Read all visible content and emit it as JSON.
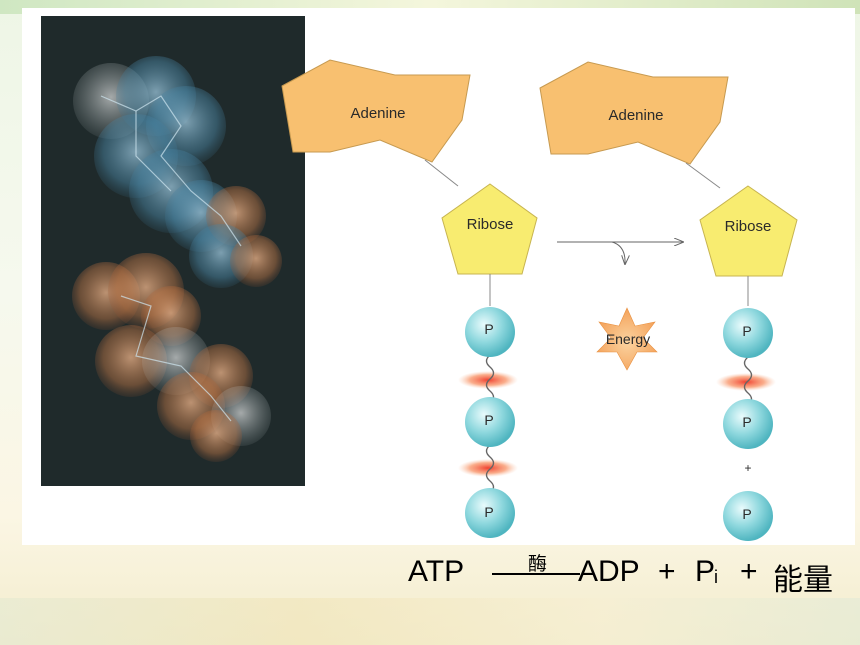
{
  "left_molecule": {
    "bg_color": "#1f2a2b",
    "colors": [
      "#4f8fb0",
      "#c77a47"
    ]
  },
  "atp": {
    "base_label": "Adenine",
    "sugar_label": "Ribose",
    "phosphate_label": "P"
  },
  "adp": {
    "base_label": "Adenine",
    "sugar_label": "Ribose",
    "phosphate_label": "P",
    "plus": "+"
  },
  "energy_label": "Energy",
  "colors": {
    "adenine": "#f8c070",
    "ribose": "#f8ec70",
    "phosphate": "#8fd8de",
    "bond": "#f07040",
    "star": "#f7b46b"
  },
  "equation": {
    "reactant": "ATP",
    "enzyme": "酶",
    "product1": "ADP",
    "plus1": "+",
    "product2": "P",
    "product2_sub": "i",
    "plus2": "+",
    "product3": "能量"
  }
}
